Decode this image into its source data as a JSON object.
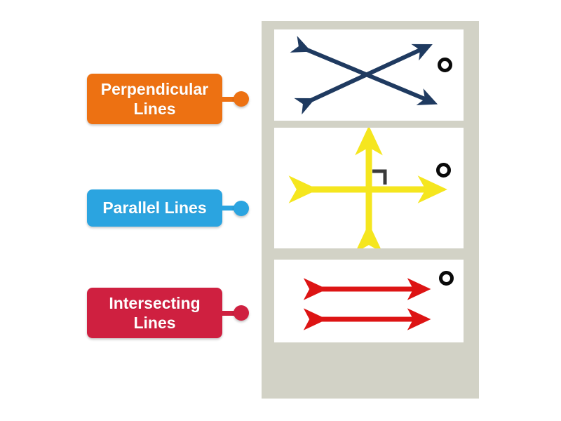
{
  "activity": {
    "type": "labelled-diagram",
    "background_color": "#ffffff",
    "board_color": "#d2d2c6",
    "panel_color": "#ffffff"
  },
  "labels": [
    {
      "id": "perpendicular",
      "text": "Perpendicular Lines",
      "color": "#ed7112",
      "dot_color": "#ed7112",
      "name": "label-chip-perpendicular-lines"
    },
    {
      "id": "parallel",
      "text": "Parallel Lines",
      "color": "#2ba4e0",
      "dot_color": "#2ba4e0",
      "name": "label-chip-parallel-lines"
    },
    {
      "id": "intersecting",
      "text": "Intersecting Lines",
      "color": "#cf2040",
      "dot_color": "#cf2040",
      "name": "label-chip-intersecting-lines"
    }
  ],
  "panels": [
    {
      "id": "intersecting",
      "figure": "two-crossing-diagonal-double-headed-arrows",
      "line_color": "#1f3a60",
      "target_color": "#0a0a0a",
      "target_state": "empty"
    },
    {
      "id": "perpendicular",
      "figure": "vertical-and-horizontal-double-headed-arrows-with-right-angle-mark",
      "line_color": "#f5e61e",
      "right_angle_mark_color": "#3a3a3a",
      "target_color": "#0a0a0a",
      "target_state": "empty"
    },
    {
      "id": "parallel",
      "figure": "two-horizontal-double-headed-arrows",
      "line_color": "#dd1414",
      "target_color": "#0a0a0a",
      "target_state": "empty"
    }
  ]
}
